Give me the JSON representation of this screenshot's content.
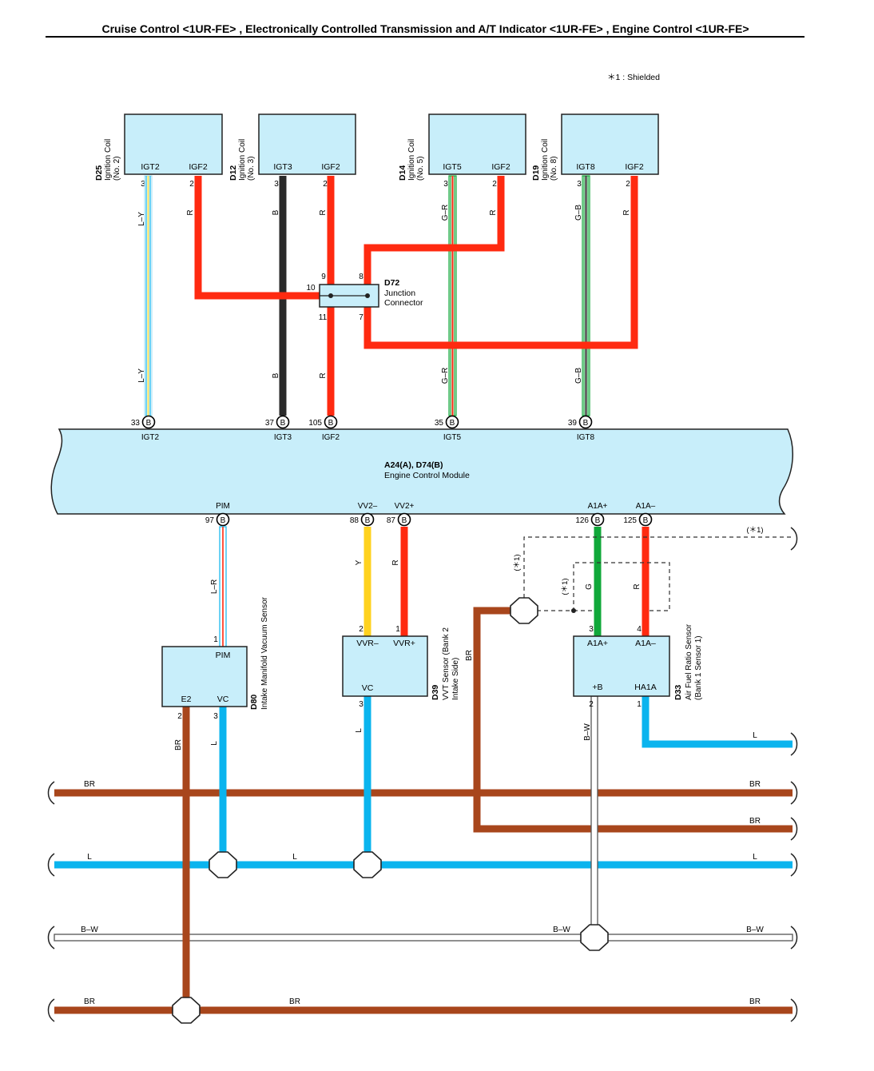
{
  "header": {
    "title": "Cruise Control <1UR-FE> , Electronically Controlled Transmission and A/T Indicator <1UR-FE> , Engine Control <1UR-FE>"
  },
  "note": {
    "shielded": "＊1 : Shielded"
  },
  "coils": [
    {
      "code": "D25",
      "name1": "Ignition Coil",
      "name2": "(No. 2)",
      "pinA": "IGT2",
      "pinB": "IGF2",
      "numA": "3",
      "numB": "2",
      "wireA": "L–Y",
      "wireB": "R"
    },
    {
      "code": "D12",
      "name1": "Ignition Coil",
      "name2": "(No. 3)",
      "pinA": "IGT3",
      "pinB": "IGF2",
      "numA": "3",
      "numB": "2",
      "wireA": "B",
      "wireB": "R"
    },
    {
      "code": "D14",
      "name1": "Ignition Coil",
      "name2": "(No. 5)",
      "pinA": "IGT5",
      "pinB": "IGF2",
      "numA": "3",
      "numB": "2",
      "wireA": "G–R",
      "wireB": "R"
    },
    {
      "code": "D19",
      "name1": "Ignition Coil",
      "name2": "(No. 8)",
      "pinA": "IGT8",
      "pinB": "IGF2",
      "numA": "3",
      "numB": "2",
      "wireA": "G–B",
      "wireB": "R"
    }
  ],
  "junction": {
    "code": "D72",
    "line1": "Junction",
    "line2": "Connector",
    "pins": {
      "p9": "9",
      "p8": "8",
      "p10": "10",
      "p11": "11",
      "p7": "7"
    }
  },
  "lower_wire_labels": {
    "ly": "L–Y",
    "b": "B",
    "r": "R",
    "gr": "G–R",
    "gb": "G–B"
  },
  "ecm": {
    "title": "A24(A), D74(B)",
    "name": "Engine Control Module",
    "conn": "B",
    "top_pins": [
      {
        "num": "33",
        "name": "IGT2"
      },
      {
        "num": "37",
        "name": "IGT3"
      },
      {
        "num": "105",
        "name": "IGF2"
      },
      {
        "num": "35",
        "name": "IGT5"
      },
      {
        "num": "39",
        "name": "IGT8"
      }
    ],
    "bottom_pins": [
      {
        "num": "97",
        "name": "PIM"
      },
      {
        "num": "88",
        "name": "VV2–"
      },
      {
        "num": "87",
        "name": "VV2+"
      },
      {
        "num": "126",
        "name": "A1A+"
      },
      {
        "num": "125",
        "name": "A1A–"
      }
    ]
  },
  "map_sensor": {
    "code": "D80",
    "name": "Intake Manifold Vacuum Sensor",
    "pin_pim": "PIM",
    "pin_e2": "E2",
    "pin_vc": "VC",
    "num_pim": "1",
    "num_e2": "2",
    "num_vc": "3",
    "wire_pim": "L–R",
    "wire_e2": "BR",
    "wire_vc": "L"
  },
  "vvt_sensor": {
    "code": "D39",
    "name1": "VVT Sensor (Bank 2",
    "name2": "Intake Side)",
    "pin_vvrm": "VVR–",
    "pin_vvrp": "VVR+",
    "pin_vc": "VC",
    "num_vvrm": "2",
    "num_vvrp": "1",
    "num_vc": "3",
    "wire_y": "Y",
    "wire_r": "R",
    "wire_l": "L"
  },
  "af_sensor": {
    "code": "D33",
    "name1": "Air Fuel Ratio Sensor",
    "name2": "(Bank 1 Sensor 1)",
    "pin_a1ap": "A1A+",
    "pin_a1am": "A1A–",
    "pin_b": "+B",
    "pin_ha1a": "HA1A",
    "num_a1ap": "3",
    "num_a1am": "4",
    "num_b": "2",
    "num_ha1a": "1",
    "wire_g": "G",
    "wire_r": "R",
    "wire_bw": "B–W",
    "wire_l": "L"
  },
  "shield_labels": {
    "s1": "(＊1)",
    "s2": "(＊1)",
    "s3": "(＊1)"
  },
  "shield_br": "BR",
  "buses": {
    "br1": {
      "left": "BR",
      "right": "BR"
    },
    "br2": {
      "right": "BR"
    },
    "l": {
      "left": "L",
      "mid": "L",
      "right": "L"
    },
    "af_l": {
      "right": "L"
    },
    "bw": {
      "left": "B–W",
      "mid": "B–W",
      "right": "B–W"
    },
    "br3": {
      "left": "BR",
      "mid": "BR",
      "right": "BR"
    }
  },
  "colors": {
    "red": "#ff2a10",
    "black": "#2a2a2a",
    "brown": "#a8461c",
    "blue": "#0ab4ee",
    "yellow": "#ffd21f",
    "green": "#10a83a",
    "box_fill": "#c8eefa"
  }
}
